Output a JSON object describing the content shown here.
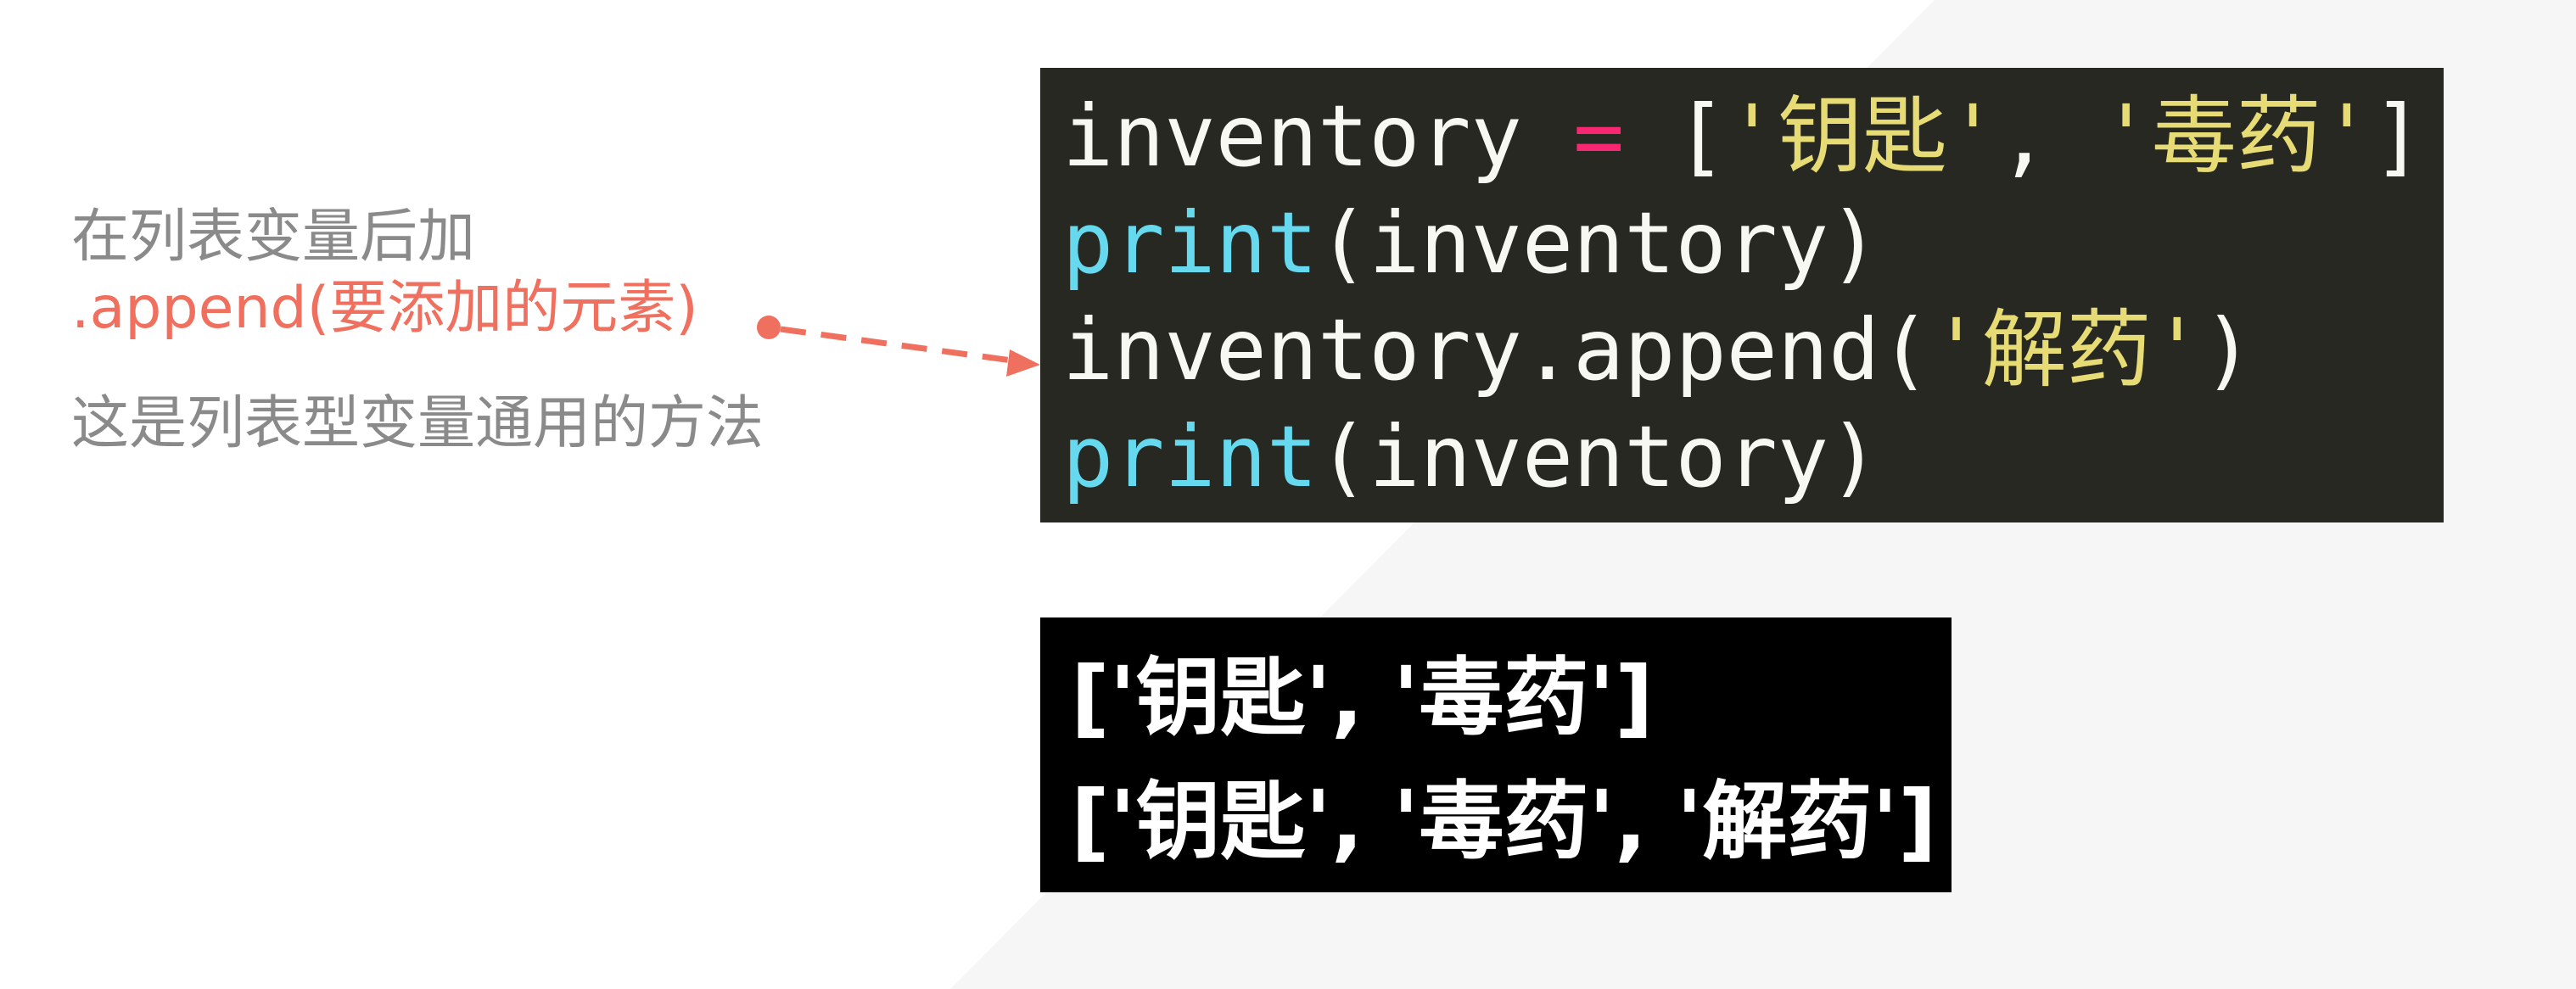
{
  "colors": {
    "annotation_gray": "#8a8a8a",
    "annotation_accent": "#f0705f",
    "code_background": "#272822",
    "code_keyword_operator": "#f92672",
    "code_string": "#e6db74",
    "code_builtin": "#66d9ef",
    "code_text": "#f8f8f2",
    "output_background": "#000000",
    "output_text": "#ffffff"
  },
  "annotation": {
    "line1": "在列表变量后加",
    "line2": ".append(要添加的元素)",
    "line3": "这是列表型变量通用的方法"
  },
  "code": {
    "line1": {
      "var": "inventory",
      "op": "=",
      "open": "[",
      "str1": "'钥匙'",
      "sep": ",",
      "str2": "'毒药'",
      "close": "]"
    },
    "line2": {
      "fn": "print",
      "rest": "(inventory)"
    },
    "line3": {
      "call": "inventory.append(",
      "str": "'解药'",
      "close": ")"
    },
    "line4": {
      "fn": "print",
      "rest": "(inventory)"
    }
  },
  "output": {
    "line1": "['钥匙', '毒药']",
    "line2": "['钥匙', '毒药', '解药']"
  }
}
